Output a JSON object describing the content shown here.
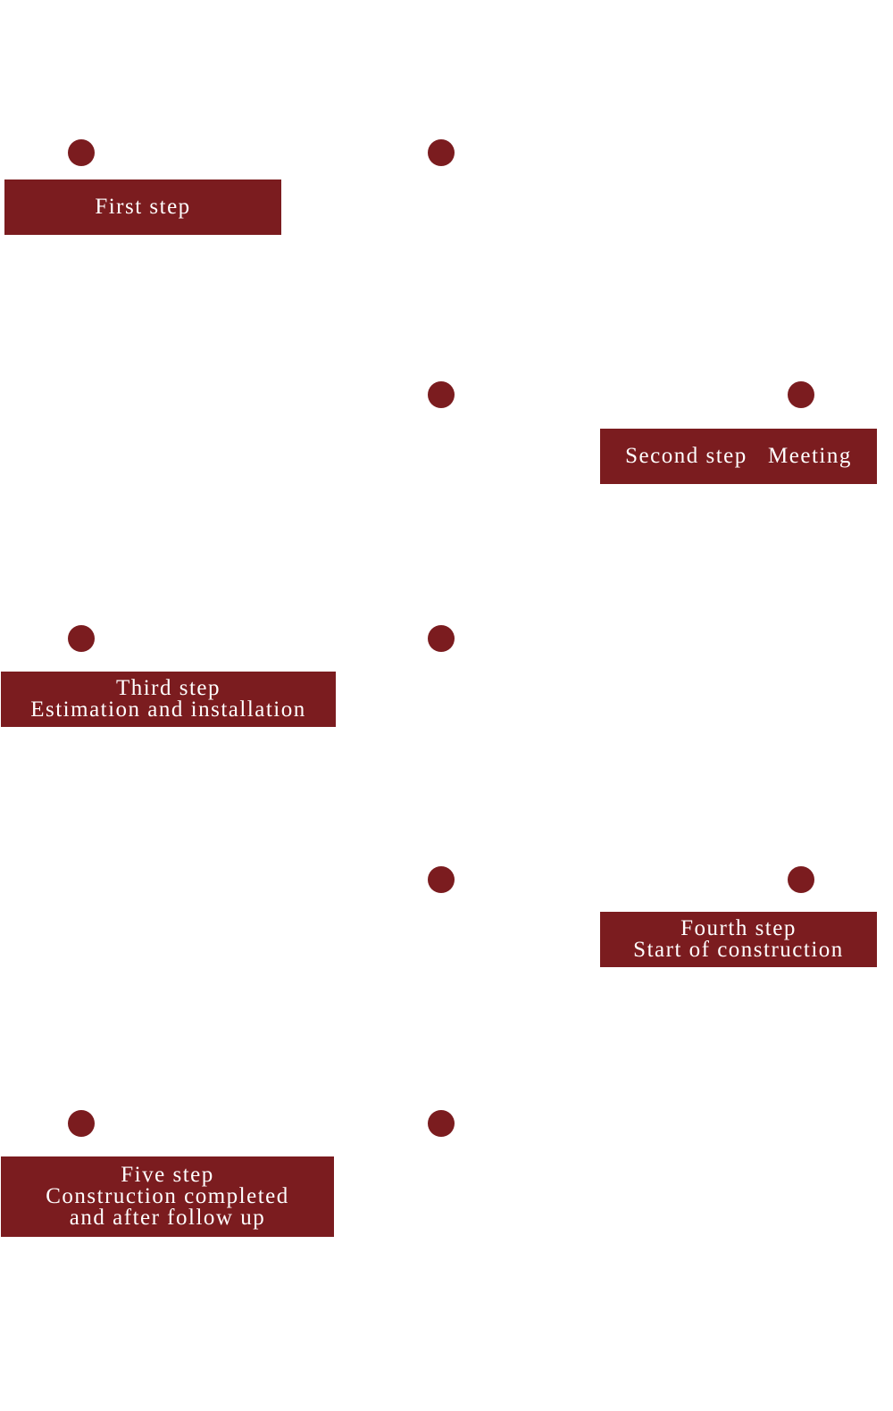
{
  "steps": [
    {
      "id": "first",
      "lines": [
        "First step"
      ]
    },
    {
      "id": "second",
      "lines": [
        "Second step   Meeting"
      ]
    },
    {
      "id": "third",
      "lines": [
        "Third step",
        "Estimation and installation"
      ]
    },
    {
      "id": "fourth",
      "lines": [
        "Fourth step",
        "Start of construction"
      ]
    },
    {
      "id": "fifth",
      "lines": [
        "Five step",
        "Construction completed",
        "and after follow up"
      ]
    }
  ],
  "colors": {
    "accent": "#7b1c1f",
    "background": "#ffffff",
    "text": "#ffffff"
  }
}
